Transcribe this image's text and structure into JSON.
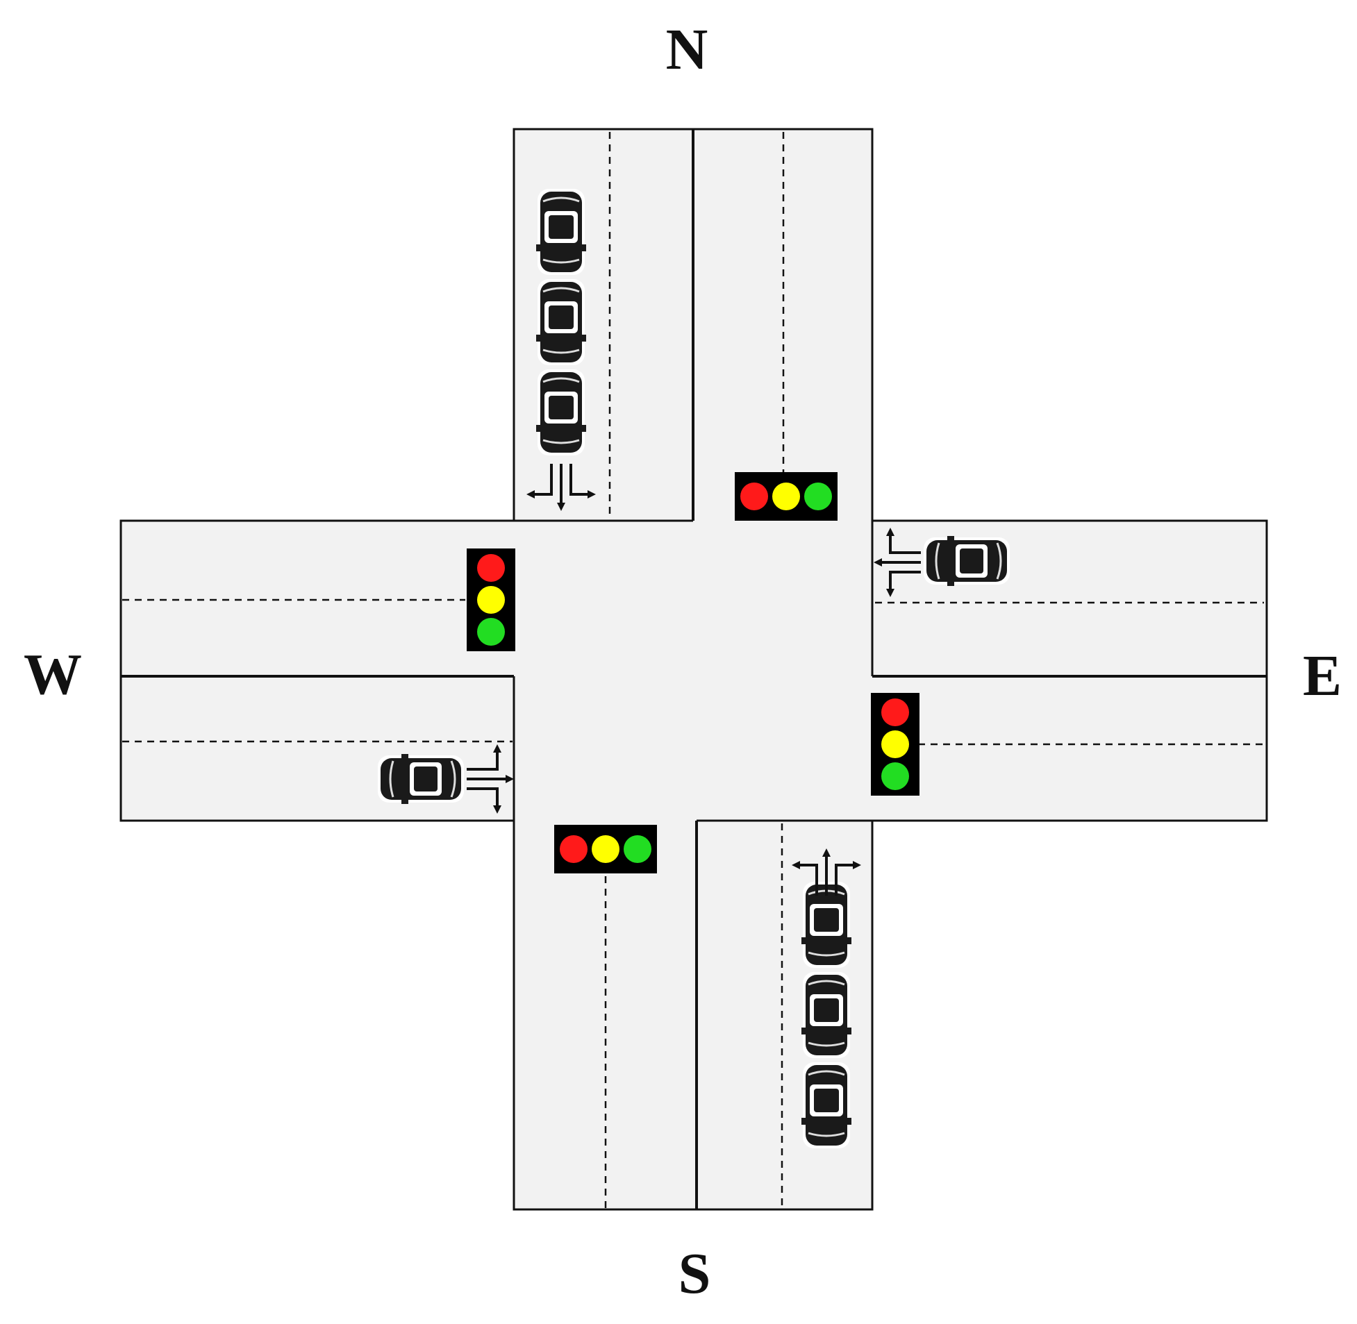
{
  "labels": {
    "north": "N",
    "south": "S",
    "west": "W",
    "east": "E"
  },
  "colors": {
    "road": "#f2f2f2",
    "outline": "#111111",
    "signal_housing": "#000000",
    "light_red": "#ff1a1a",
    "light_yellow": "#ffff00",
    "light_green": "#22dd22",
    "car_body": "#1a1a1a"
  },
  "icons": [
    "traffic-light-icon",
    "car-icon",
    "lane-arrow-icon"
  ],
  "queues": {
    "north": 3,
    "south": 3,
    "east": 1,
    "west": 1
  }
}
